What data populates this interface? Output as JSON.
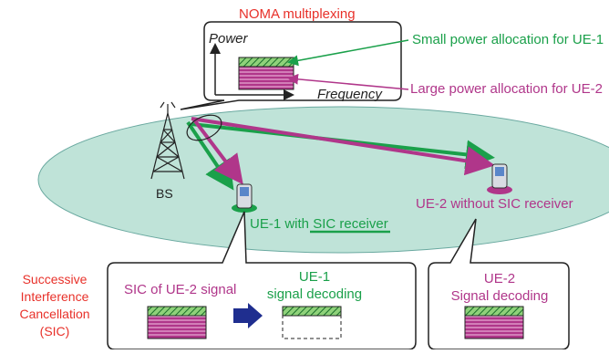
{
  "title": "NOMA multiplexing",
  "power_axis_label": "Power",
  "frequency_axis_label": "Frequency",
  "ue1_power_note": "Small power allocation for UE-1",
  "ue2_power_note": "Large power allocation for UE-2",
  "bs_label": "BS",
  "ue1_label_prefix": "UE-1 with ",
  "ue1_label_emph": "SIC receiver",
  "ue2_label": "UE-2 without SIC receiver",
  "sic_title": [
    "Successive",
    "Interference",
    "Cancellation",
    "(SIC)"
  ],
  "sic_step1": "SIC of UE-2 signal",
  "sic_step2": [
    "UE-1",
    "signal decoding"
  ],
  "ue2_box": [
    "UE-2",
    "Signal decoding"
  ],
  "colors": {
    "green": "#1aa04a",
    "magenta": "#b0368a",
    "red": "#e8312a",
    "cell": "#bfe3d8",
    "arrow_blue": "#1f2e8f"
  }
}
